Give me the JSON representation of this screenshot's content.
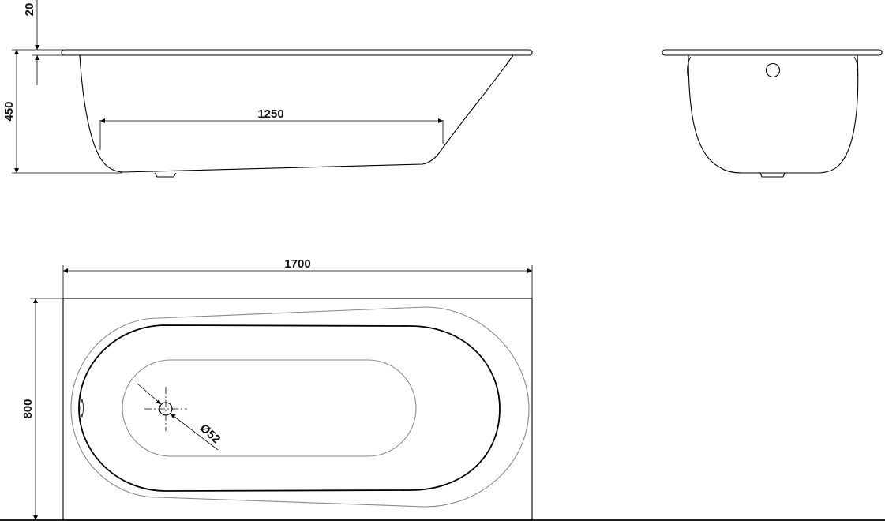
{
  "colors": {
    "line": "#000000",
    "inner_outline": "#8a8a8a",
    "background": "#ffffff"
  },
  "dimensions": {
    "rim_thickness": "20",
    "height": "450",
    "bottom_length": "1250",
    "length": "1700",
    "width": "800",
    "drain_diameter": "Ø52"
  }
}
